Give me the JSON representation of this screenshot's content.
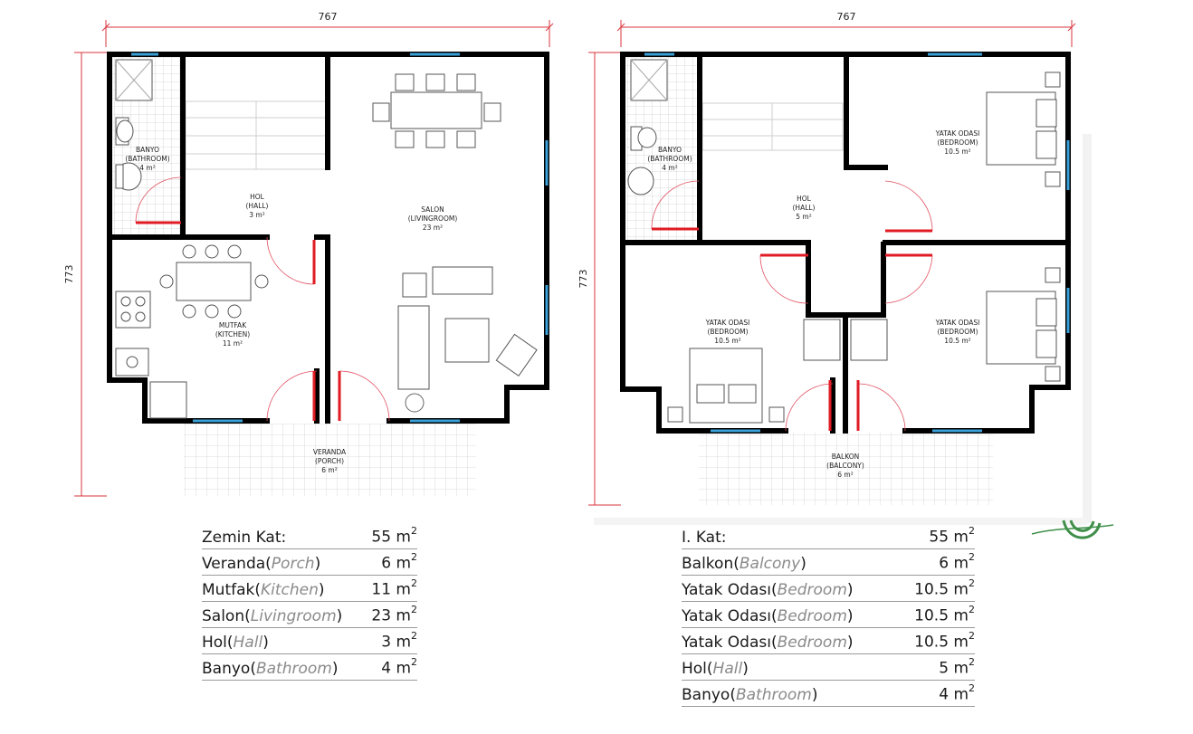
{
  "plans": [
    {
      "id": "ground",
      "width_dim": "767",
      "height_dim": "773",
      "rooms": [
        {
          "key": "bath",
          "lines": [
            "BANYO",
            "(BATHROOM)",
            "4 m²"
          ]
        },
        {
          "key": "hall",
          "lines": [
            "HOL",
            "(HALL)",
            "3 m²"
          ]
        },
        {
          "key": "living",
          "lines": [
            "SALON",
            "(LIVINGROOM)",
            "23 m²"
          ]
        },
        {
          "key": "kitchen",
          "lines": [
            "MUTFAK",
            "(KITCHEN)",
            "11 m²"
          ]
        },
        {
          "key": "porch",
          "lines": [
            "VERANDA",
            "(PORCH)",
            "6 m²"
          ]
        }
      ]
    },
    {
      "id": "first",
      "width_dim": "767",
      "height_dim": "773",
      "rooms": [
        {
          "key": "bath",
          "lines": [
            "BANYO",
            "(BATHROOM)",
            "4 m²"
          ]
        },
        {
          "key": "hall",
          "lines": [
            "HOL",
            "(HALL)",
            "5 m²"
          ]
        },
        {
          "key": "bed1",
          "lines": [
            "YATAK ODASI",
            "(BEDROOM)",
            "10.5 m²"
          ]
        },
        {
          "key": "bed2",
          "lines": [
            "YATAK ODASI",
            "(BEDROOM)",
            "10.5 m²"
          ]
        },
        {
          "key": "bed3",
          "lines": [
            "YATAK ODASI",
            "(BEDROOM)",
            "10.5 m²"
          ]
        },
        {
          "key": "balcony",
          "lines": [
            "BALKON",
            "(BALCONY)",
            "6 m²"
          ]
        }
      ]
    }
  ],
  "tables": [
    {
      "rows": [
        {
          "name": "Zemin Kat:",
          "en": "",
          "value": "55 m",
          "unit_sup": "2"
        },
        {
          "name": "Veranda(",
          "en": "Porch",
          "close": ")",
          "value": "6 m",
          "unit_sup": "2"
        },
        {
          "name": "Mutfak(",
          "en": "Kitchen",
          "close": ")",
          "value": "11 m",
          "unit_sup": "2"
        },
        {
          "name": "Salon(",
          "en": "Livingroom",
          "close": ")",
          "value": "23 m",
          "unit_sup": "2"
        },
        {
          "name": "Hol(",
          "en": "Hall",
          "close": ")",
          "value": "3 m",
          "unit_sup": "2"
        },
        {
          "name": "Banyo(",
          "en": "Bathroom",
          "close": ")",
          "value": "4 m",
          "unit_sup": "2"
        }
      ]
    },
    {
      "rows": [
        {
          "name": "I. Kat:",
          "en": "",
          "value": "55 m",
          "unit_sup": "2"
        },
        {
          "name": "Balkon(",
          "en": "Balcony",
          "close": ")",
          "value": "6 m",
          "unit_sup": "2"
        },
        {
          "name": "Yatak Odası(",
          "en": "Bedroom",
          "close": ")",
          "value": "10.5 m",
          "unit_sup": "2"
        },
        {
          "name": "Yatak Odası(",
          "en": "Bedroom",
          "close": ")",
          "value": "10.5 m",
          "unit_sup": "2"
        },
        {
          "name": "Yatak Odası(",
          "en": "Bedroom",
          "close": ")",
          "value": "10.5 m",
          "unit_sup": "2"
        },
        {
          "name": "Hol(",
          "en": "Hall",
          "close": ")",
          "value": "5 m",
          "unit_sup": "2"
        },
        {
          "name": "Banyo(",
          "en": "Bathroom",
          "close": ")",
          "value": "4 m",
          "unit_sup": "2"
        }
      ]
    }
  ],
  "colors": {
    "wall": "#000000",
    "dimension": "#d9363e",
    "door": "#e01b24",
    "window": "#3aa0d8",
    "tile": "#cfcfcf",
    "accent_logo": "#3f8f4a"
  }
}
